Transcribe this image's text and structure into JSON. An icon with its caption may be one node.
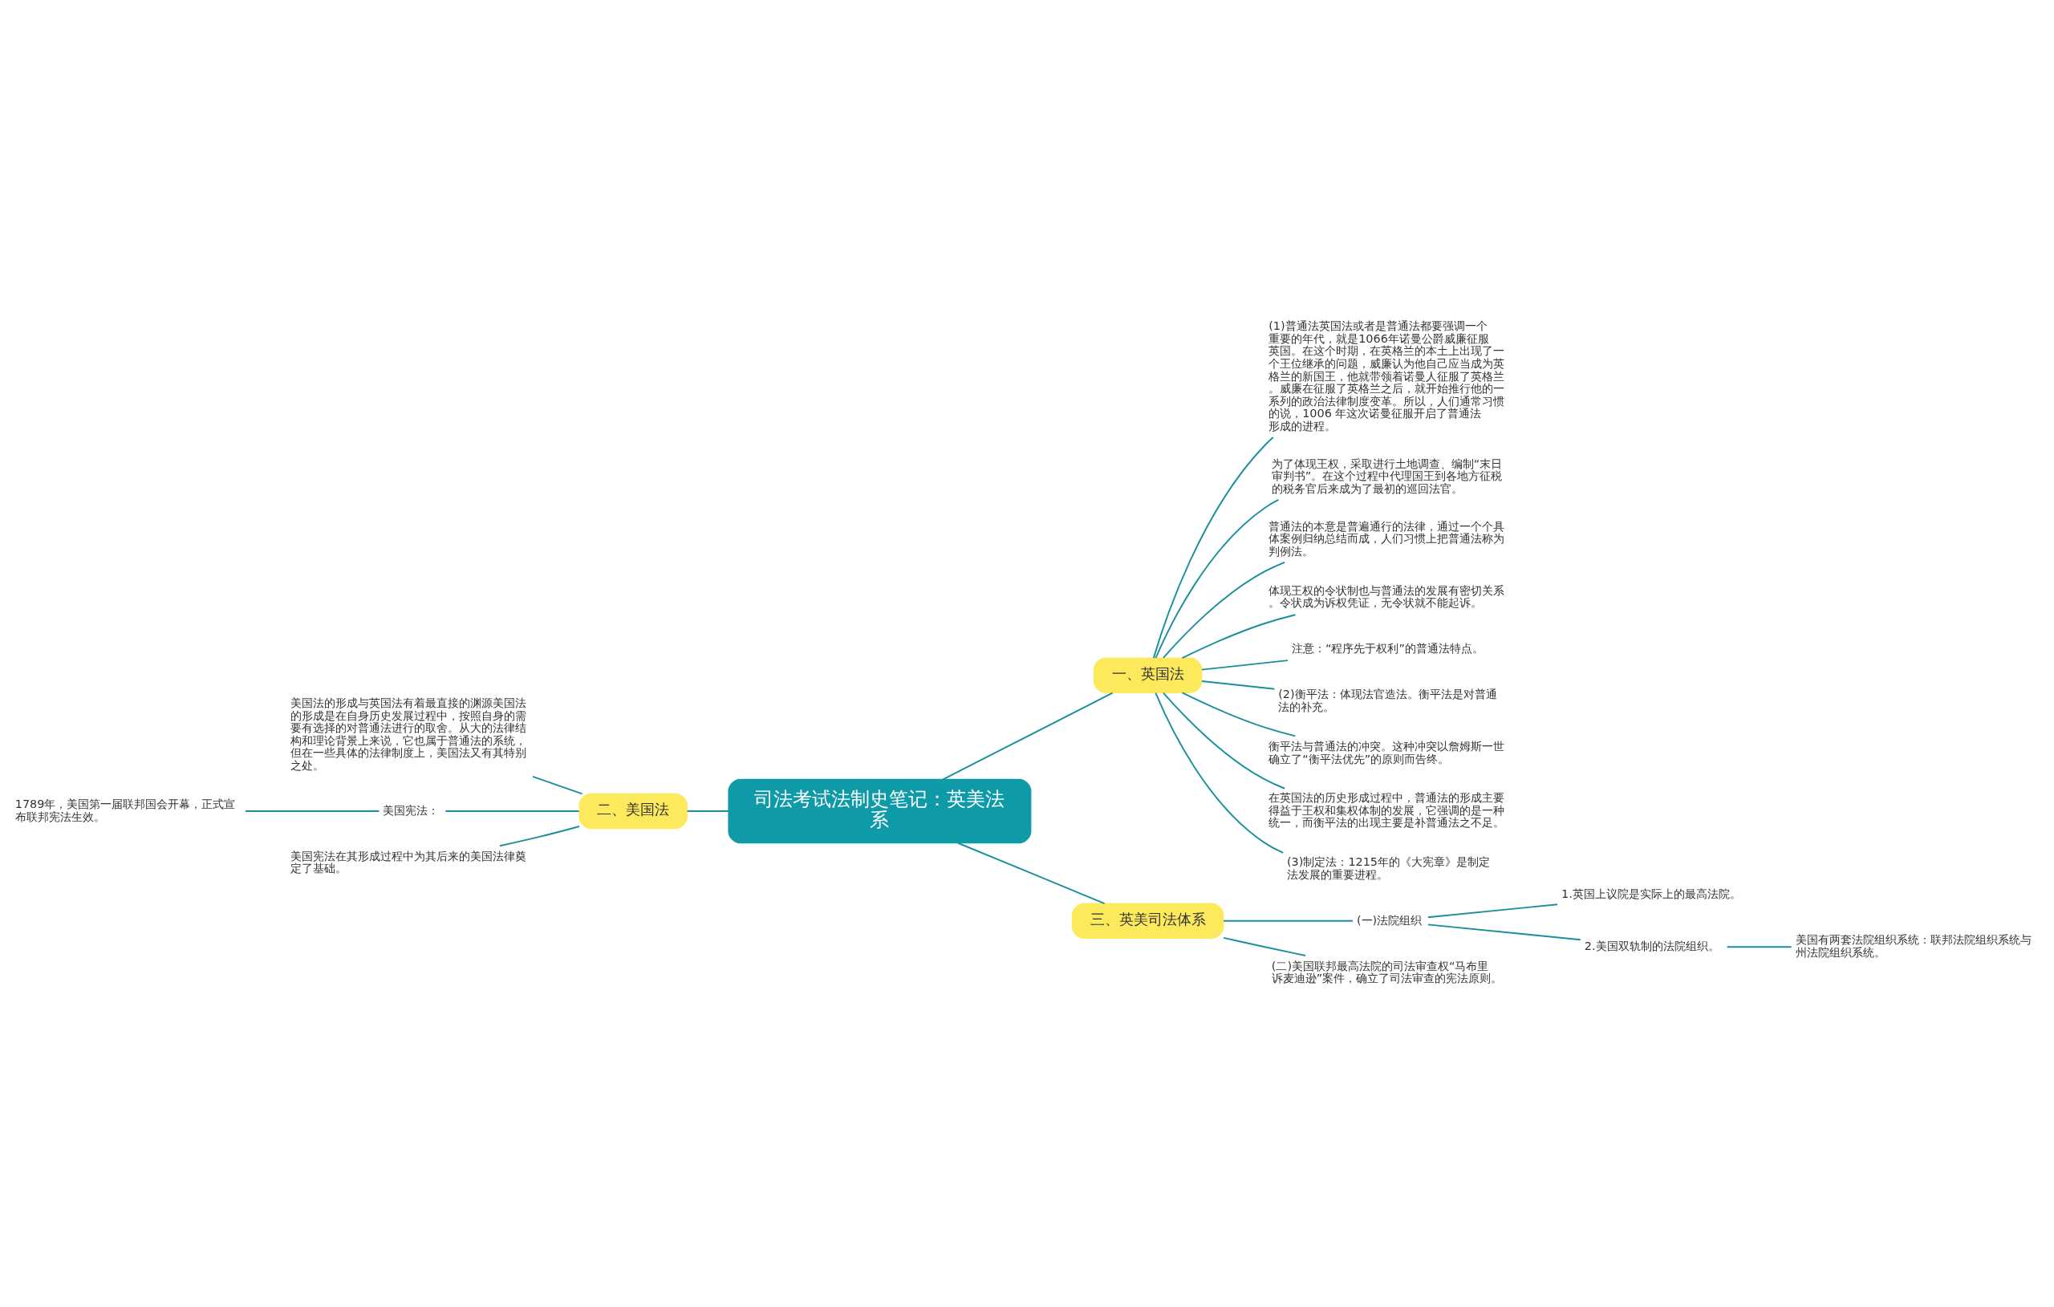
{
  "diagram": {
    "nodes": [
      {
        "text": [
          "司法考试法制史笔记：英美法系"
        ]
      },
      {
        "text": [
          "一、英国法"
        ]
      },
      {
        "text": [
          "(1)普通法英国法或者是普通法都要强调一个重要的年代，就是1066年诺曼公爵威廉征服英国。在这个时期，在英格兰的本土上出现了一个王位继承的问题，威廉认为他自己应当成为英格兰的新国王，他就带领着诺曼人征服了英格兰。威廉在征服了英格兰之后，就开始推行他的一系列的政治法律制度变革。所以，人们通常习惯的说，1006 年这次诺曼征服开启了普通法形成的进程。"
        ]
      },
      {
        "text": [
          "为了体现王权，采取进行土地调查、编制“末日审判书”。在这个过程中代理国王到各地方征税的税务官后来成为了最初的巡回法官。"
        ]
      },
      {
        "text": [
          "普通法的本意是普遍通行的法律，通过一个个具体案例归纳总结而成，人们习惯上把普通法称为判例法。"
        ]
      },
      {
        "text": [
          "体现王权的令状制也与普通法的发展有密切关系。令状成为诉权凭证，无令状就不能起诉。"
        ]
      },
      {
        "text": [
          "注意：“程序先于权利”的普通法特点。"
        ]
      },
      {
        "text": [
          "(2)衡平法：体现法官造法。衡平法是对普通法的补充。"
        ]
      },
      {
        "text": [
          "衡平法与普通法的冲突。这种冲突以詹姆斯一世确立了“衡平法优先”的原则而告终。"
        ]
      },
      {
        "text": [
          "在英国法的历史形成过程中，普通法的形成主要得益于王权和集权体制的发展，它强调的是一种统一，而衡平法的出现主要是补普通法之不足。"
        ]
      },
      {
        "text": [
          "(3)制定法：1215年的《大宪章》是制定法发展的重要进程。"
        ]
      },
      {
        "text": [
          "二、美国法"
        ]
      },
      {
        "text": [
          "美国法的形成与英国法有着最直接的渊源美国法的形成是在自身历史发展过程中，按照自身的需要有选择的对普通法进行的取舍。从大的法律结构和理论背景上来说，它也属于普通法的系统，但在一些具体的法律制度上，美国法又有其特别之处。"
        ]
      },
      {
        "text": [
          "美国宪法："
        ]
      },
      {
        "text": [
          "1789年，美国第一届联邦国会开幕，正式宣布联邦宪法生效。"
        ]
      },
      {
        "text": [
          "美国宪法在其形成过程中为其后来的美国法律奠定了基础。"
        ]
      },
      {
        "text": [
          "三、英美司法体系"
        ]
      },
      {
        "text": [
          "(一)法院组织"
        ]
      },
      {
        "text": [
          "1.英国上议院是实际上的最高法院。"
        ]
      },
      {
        "text": [
          "2.美国双轨制的法院组织。"
        ]
      },
      {
        "text": [
          "美国有两套法院组织系统：联邦法院组织系统与州法院组织系统。"
        ]
      },
      {
        "text": [
          "(二)美国联邦最高法院的司法审查权“马布里诉麦迪逊”案件，确立了司法审查的宪法原则。"
        ]
      }
    ],
    "edges": [
      {
        "from": 0,
        "to": 1,
        "arrow": "none"
      },
      {
        "from": 1,
        "to": 2,
        "arrow": "none"
      },
      {
        "from": 1,
        "to": 3,
        "arrow": "none"
      },
      {
        "from": 1,
        "to": 4,
        "arrow": "none"
      },
      {
        "from": 1,
        "to": 5,
        "arrow": "none"
      },
      {
        "from": 1,
        "to": 6,
        "arrow": "none"
      },
      {
        "from": 1,
        "to": 7,
        "arrow": "none"
      },
      {
        "from": 1,
        "to": 8,
        "arrow": "none"
      },
      {
        "from": 1,
        "to": 9,
        "arrow": "none"
      },
      {
        "from": 1,
        "to": 10,
        "arrow": "none"
      },
      {
        "from": 0,
        "to": 11,
        "arrow": "none"
      },
      {
        "from": 11,
        "to": 12,
        "arrow": "none"
      },
      {
        "from": 11,
        "to": 13,
        "arrow": "none"
      },
      {
        "from": 13,
        "to": 14,
        "arrow": "none"
      },
      {
        "from": 11,
        "to": 15,
        "arrow": "none"
      },
      {
        "from": 0,
        "to": 16,
        "arrow": "none"
      },
      {
        "from": 16,
        "to": 17,
        "arrow": "none"
      },
      {
        "from": 17,
        "to": 18,
        "arrow": "none"
      },
      {
        "from": 17,
        "to": 19,
        "arrow": "none"
      },
      {
        "from": 19,
        "to": 20,
        "arrow": "none"
      },
      {
        "from": 16,
        "to": 21,
        "arrow": "none"
      }
    ]
  }
}
